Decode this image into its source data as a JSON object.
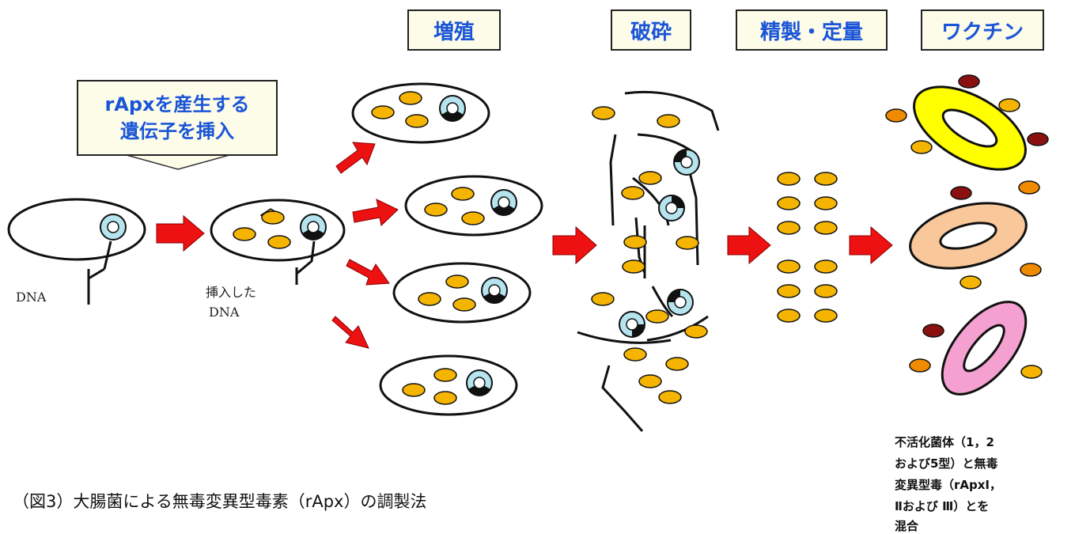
{
  "stages": [
    {
      "id": "propagation",
      "label": "増殖"
    },
    {
      "id": "crushing",
      "label": "破砕"
    },
    {
      "id": "purification",
      "label": "精製・定量"
    },
    {
      "id": "vaccine",
      "label": "ワクチン"
    }
  ],
  "insert_callout": {
    "line1": "rApxを産生する",
    "line2": "遺伝子を挿入"
  },
  "labels": {
    "dna": "DNA",
    "inserted_dna_line1": "挿入した",
    "inserted_dna_line2": "DNA"
  },
  "vaccine_note": {
    "line1": "不活化菌体（1，2",
    "line2": "および5型）と無毒",
    "line3": "変異型毒（rApxⅠ，",
    "line4": "Ⅱおよび Ⅲ）とを",
    "line5": "混合"
  },
  "caption": "（図3）大腸菌による無毒変異型毒素（rApx）の調製法",
  "colors": {
    "arrow": "#ee1111",
    "protein": "#f4b400",
    "stage_text": "#1a55d8",
    "callout_fill": "#fdfce8",
    "ring": "#a8dde9",
    "ring_vaccine_1": "#ffff00",
    "ring_vaccine_2": "#f8c79a",
    "ring_vaccine_3": "#f4a0d0",
    "dot_dark": "#8b1010",
    "dot_orange": "#f08a00"
  }
}
